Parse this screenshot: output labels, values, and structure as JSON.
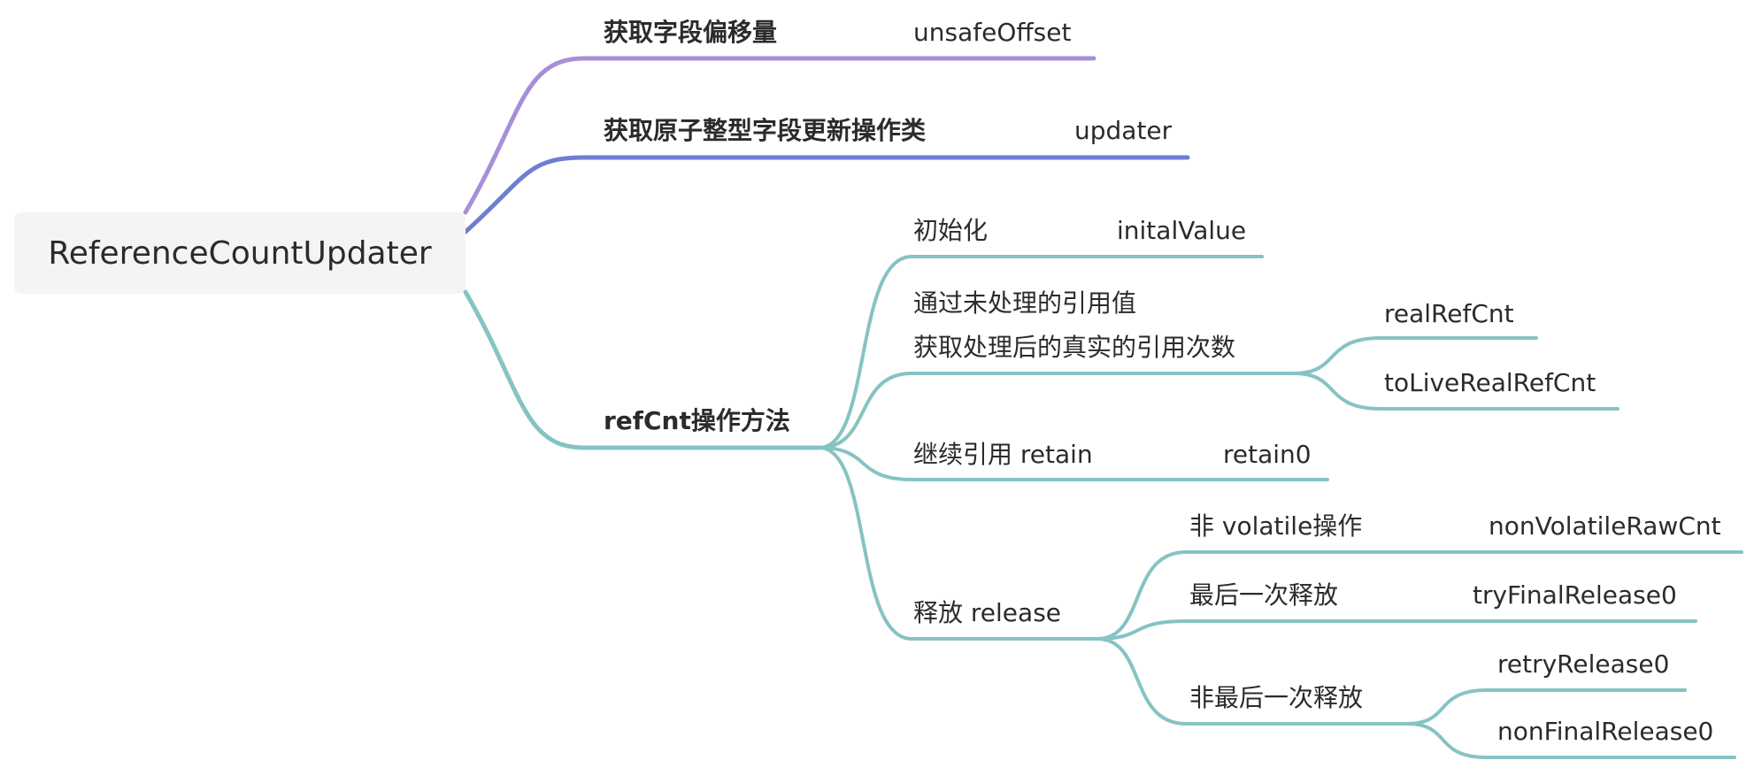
{
  "root": {
    "label": "ReferenceCountUpdater"
  },
  "colors": {
    "branch_1": "#a78fd8",
    "branch_2": "#6f7ed1",
    "branch_3": "#86c3c3",
    "root_bg": "#f4f4f4"
  },
  "branches": [
    {
      "label": "获取字段偏移量",
      "method": "unsafeOffset"
    },
    {
      "label": "获取原子整型字段更新操作类",
      "method": "updater"
    },
    {
      "label": "refCnt操作方法",
      "children": [
        {
          "label": "初始化",
          "method": "initalValue"
        },
        {
          "label_line1": "通过未处理的引用值",
          "label_line2": "获取处理后的真实的引用次数",
          "methods": [
            "realRefCnt",
            "toLiveRealRefCnt"
          ]
        },
        {
          "label": "继续引用 retain",
          "method": "retain0"
        },
        {
          "label": "释放 release",
          "children": [
            {
              "label": "非 volatile操作",
              "method": "nonVolatileRawCnt"
            },
            {
              "label": "最后一次释放",
              "method": "tryFinalRelease0"
            },
            {
              "label": "非最后一次释放",
              "methods": [
                "retryRelease0",
                "nonFinalRelease0"
              ]
            }
          ]
        }
      ]
    }
  ]
}
